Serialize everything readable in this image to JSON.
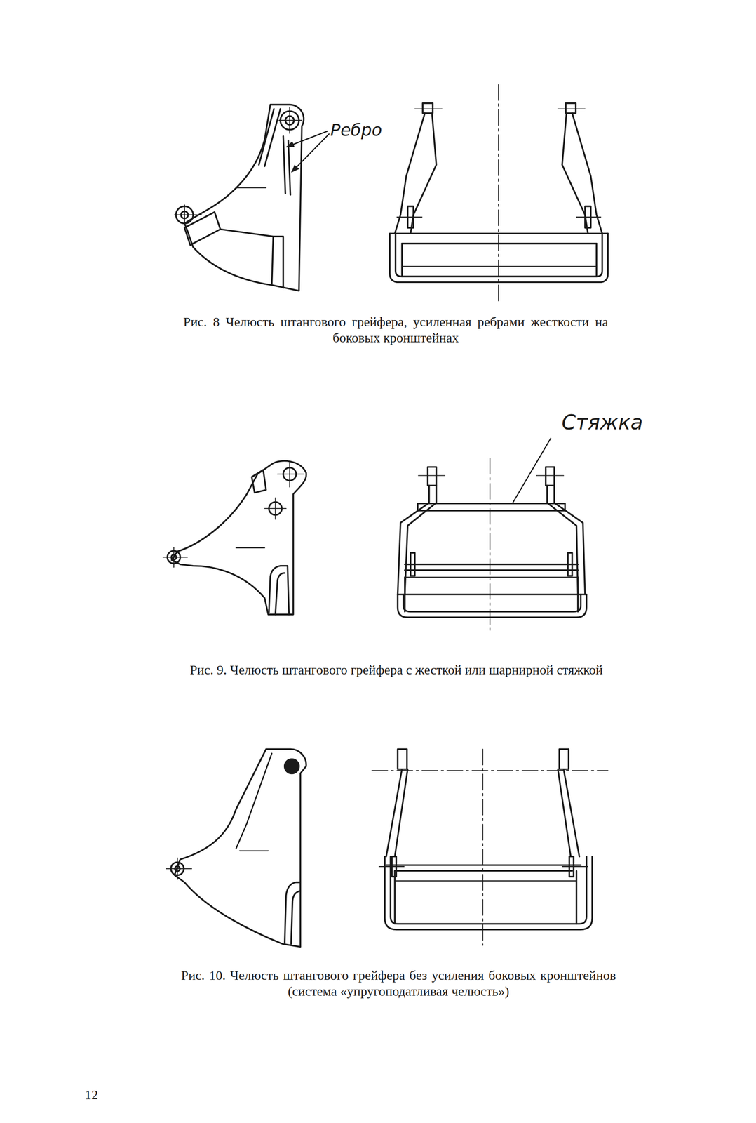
{
  "diagram": {
    "labels": [
      "Ребро",
      "Рис. 8 Челюсть штангового грейфера, усиленная ребрами жесткости на боковых кронштейнах",
      "Стяжка",
      "Рис. 9. Челюсть штангового грейфера с жесткой или шарнирной стяжкой",
      "Рис. 10. Челюсть штангового грейфера без усиления боковых кронштейнов (система «упругоподатливая челюсть»)",
      "12"
    ]
  }
}
